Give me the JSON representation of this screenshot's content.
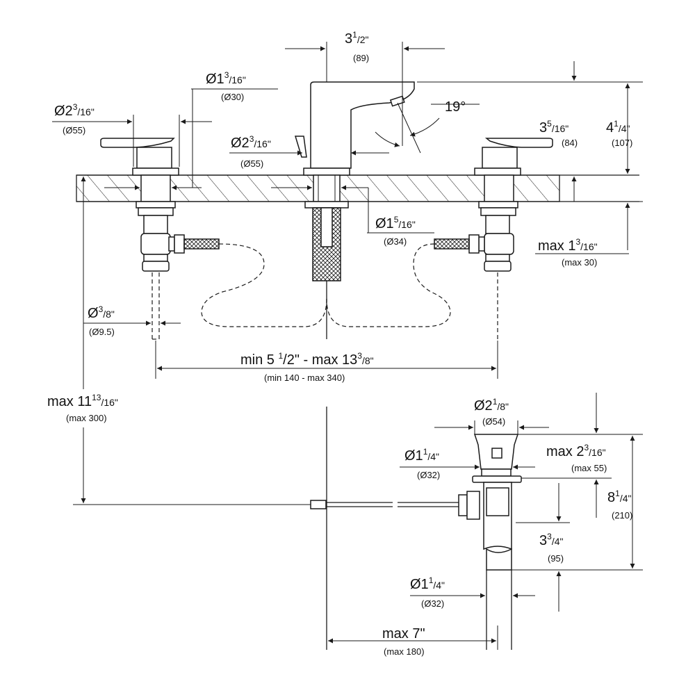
{
  "dimensions": {
    "spout_offset": {
      "main": "3",
      "sup": "1",
      "frac": "/2\"",
      "metric": "(89)"
    },
    "lever_dia": {
      "main": "Ø2",
      "sup": "3",
      "frac": "/16\"",
      "metric": "(Ø55)"
    },
    "shank_dia_left": {
      "main": "Ø1",
      "sup": "3",
      "frac": "/16\"",
      "metric": "(Ø30)"
    },
    "spout_base_dia": {
      "main": "Ø2",
      "sup": "3",
      "frac": "/16\"",
      "metric": "(Ø55)"
    },
    "spout_angle": {
      "main": "19°"
    },
    "spout_height": {
      "main": "3",
      "sup": "5",
      "frac": "/16\"",
      "metric": "(84)"
    },
    "total_height": {
      "main": "4",
      "sup": "1",
      "frac": "/4\"",
      "metric": "(107)"
    },
    "spout_shank_dia": {
      "main": "Ø1",
      "sup": "5",
      "frac": "/16\"",
      "metric": "(Ø34)"
    },
    "deck_thickness": {
      "main": "max 1",
      "sup": "3",
      "frac": "/16\"",
      "metric": "(max 30)"
    },
    "supply_dia": {
      "main": "Ø",
      "sup": "3",
      "frac": "/8\"",
      "metric": "(Ø9.5)"
    },
    "spread": {
      "main": "min 5 ",
      "sup": "1",
      "frac": "/2\" - max 13",
      "sup2": "3",
      "frac2": "/8\"",
      "metric": "(min 140 - max 340)"
    },
    "max_depth": {
      "main": "max 11",
      "sup": "13",
      "frac": "/16\"",
      "metric": "(max 300)"
    },
    "drain_flange_dia": {
      "main": "Ø2",
      "sup": "1",
      "frac": "/8\"",
      "metric": "(Ø54)"
    },
    "drain_body_dia_top": {
      "main": "Ø1",
      "sup": "1",
      "frac": "/4\"",
      "metric": "(Ø32)"
    },
    "drain_sink_max": {
      "main": "max 2",
      "sup": "3",
      "frac": "/16\"",
      "metric": "(max 55)"
    },
    "drain_height": {
      "main": "8",
      "sup": "1",
      "frac": "/4\"",
      "metric": "(210)"
    },
    "drain_lower": {
      "main": "3",
      "sup": "3",
      "frac": "/4\"",
      "metric": "(95)"
    },
    "drain_tail_dia": {
      "main": "Ø1",
      "sup": "1",
      "frac": "/4\"",
      "metric": "(Ø32)"
    },
    "drain_rod_length": {
      "main": "max 7\"",
      "metric": "(max 180)"
    }
  }
}
